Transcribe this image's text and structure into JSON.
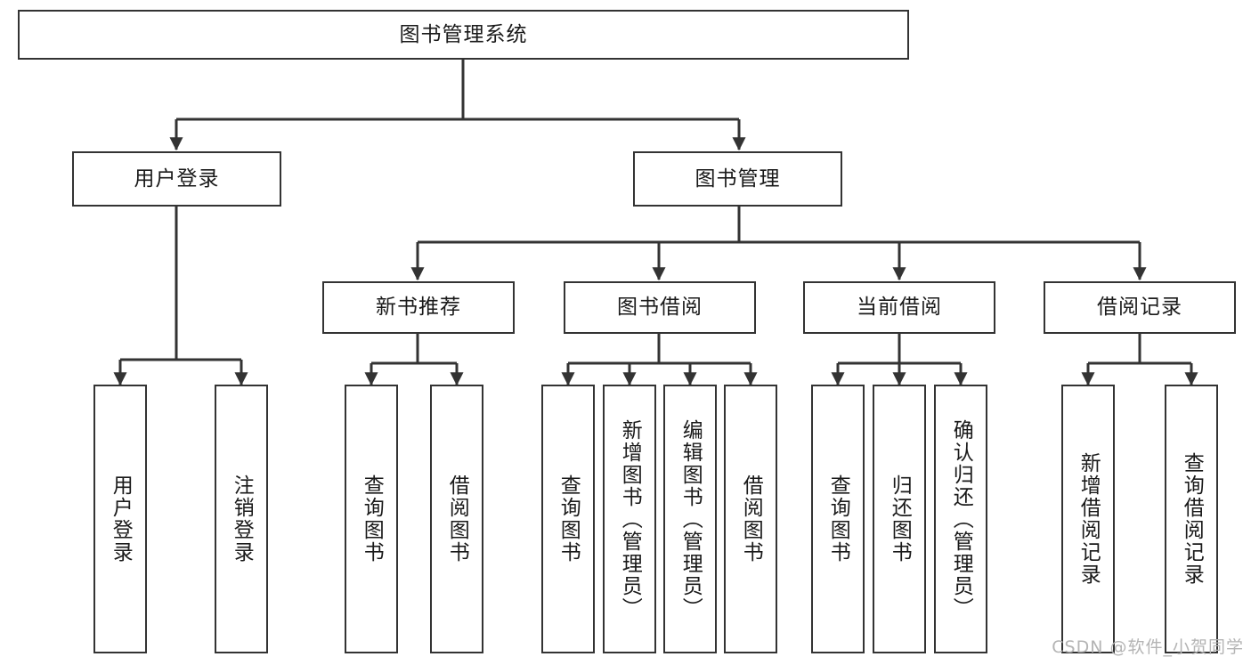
{
  "diagram": {
    "type": "tree",
    "title": "图书管理系统",
    "watermark": "CSDN @软件_小贺同学",
    "colors": {
      "stroke": "#333333",
      "fill": "#ffffff",
      "text": "#1a1a1a",
      "watermark": "#b4b4b4"
    },
    "root": {
      "label": "图书管理系统"
    },
    "level2": [
      {
        "id": "user-login",
        "label": "用户登录"
      },
      {
        "id": "book-manage",
        "label": "图书管理"
      }
    ],
    "level3": [
      {
        "id": "new-book-rec",
        "label": "新书推荐",
        "parent": "book-manage"
      },
      {
        "id": "book-borrow",
        "label": "图书借阅",
        "parent": "book-manage"
      },
      {
        "id": "current-borrow",
        "label": "当前借阅",
        "parent": "book-manage"
      },
      {
        "id": "borrow-record",
        "label": "借阅记录",
        "parent": "book-manage"
      }
    ],
    "leaves": [
      {
        "id": "leaf-user-login",
        "label": "用户登录",
        "parent": "user-login"
      },
      {
        "id": "leaf-user-logout",
        "label": "注销登录",
        "parent": "user-login"
      },
      {
        "id": "leaf-query-book-1",
        "label": "查询图书",
        "parent": "new-book-rec"
      },
      {
        "id": "leaf-borrow-book-1",
        "label": "借阅图书",
        "parent": "new-book-rec"
      },
      {
        "id": "leaf-query-book-2",
        "label": "查询图书",
        "parent": "book-borrow"
      },
      {
        "id": "leaf-add-book",
        "label": "新增图书（管理员）",
        "parent": "book-borrow"
      },
      {
        "id": "leaf-edit-book",
        "label": "编辑图书（管理员）",
        "parent": "book-borrow"
      },
      {
        "id": "leaf-borrow-book-2",
        "label": "借阅图书",
        "parent": "book-borrow"
      },
      {
        "id": "leaf-query-book-3",
        "label": "查询图书",
        "parent": "current-borrow"
      },
      {
        "id": "leaf-return-book",
        "label": "归还图书",
        "parent": "current-borrow"
      },
      {
        "id": "leaf-confirm-return",
        "label": "确认归还（管理员）",
        "parent": "current-borrow"
      },
      {
        "id": "leaf-add-record",
        "label": "新增借阅记录",
        "parent": "borrow-record"
      },
      {
        "id": "leaf-query-record",
        "label": "查询借阅记录",
        "parent": "borrow-record"
      }
    ]
  }
}
